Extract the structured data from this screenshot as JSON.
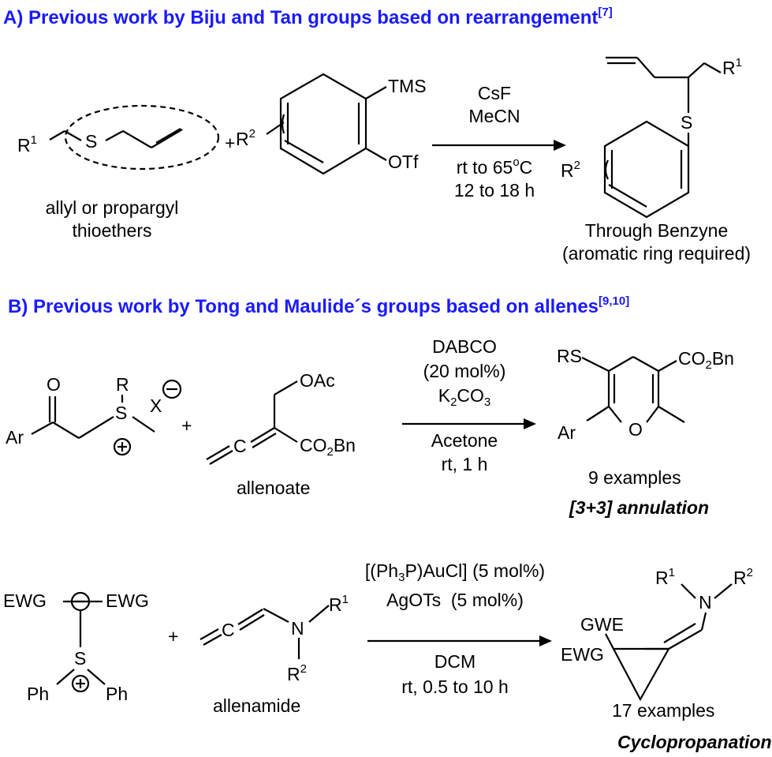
{
  "section_a": {
    "header": "A) Previous work by Biju and Tan groups based on rearrangement",
    "header_ref": "[7]",
    "reactant1": {
      "r": "R",
      "r_sup": "1",
      "s": "S",
      "caption_line1": "allyl or propargyl",
      "caption_line2": "thioethers"
    },
    "plus": "+",
    "reactant2": {
      "tms": "TMS",
      "otf": "OTf",
      "r": "R",
      "r_sup": "2"
    },
    "conditions": {
      "above_1": "CsF",
      "above_2": "MeCN",
      "below_1": "rt to 65",
      "below_1_sup": "o",
      "below_1_tail": "C",
      "below_2": "12 to 18 h"
    },
    "product": {
      "r1": "R",
      "r1_sup": "1",
      "s": "S",
      "r2": "R",
      "r2_sup": "2",
      "caption_line1": "Through Benzyne",
      "caption_line2": "(aromatic ring required)"
    }
  },
  "section_b": {
    "header": "B) Previous work by Tong and Maulide´s groups based on allenes",
    "header_ref": "[9,10]",
    "reaction1": {
      "reactant1": {
        "o": "O",
        "ar": "Ar",
        "r": "R",
        "s": "S",
        "x": "X"
      },
      "plus": "+",
      "reactant2": {
        "oac": "OAc",
        "c": "C",
        "co2bn_a": "CO",
        "co2bn_sub": "2",
        "co2bn_b": "Bn",
        "caption": "allenoate"
      },
      "conditions": {
        "above_1": "DABCO",
        "above_2": "(20 mol%)",
        "above_3_a": "K",
        "above_3_sub1": "2",
        "above_3_b": "CO",
        "above_3_sub2": "3",
        "below_1": "Acetone",
        "below_2": "rt, 1 h"
      },
      "product": {
        "rs": "RS",
        "co2bn_a": "CO",
        "co2bn_sub": "2",
        "co2bn_b": "Bn",
        "ar": "Ar",
        "o": "O",
        "examples": "9 examples",
        "type": "[3+3] annulation"
      }
    },
    "reaction2": {
      "reactant1": {
        "ewg_left": "EWG",
        "ewg_right": "EWG",
        "s": "S",
        "ph_left": "Ph",
        "ph_right": "Ph"
      },
      "plus": "+",
      "reactant2": {
        "c": "C",
        "n": "N",
        "r1": "R",
        "r1_sup": "1",
        "r2": "R",
        "r2_sup": "2",
        "caption": "allenamide"
      },
      "conditions": {
        "above_1_a": "[(Ph",
        "above_1_sub": "3",
        "above_1_b": "P)AuCl] (5 mol%)",
        "above_2": "AgOTs  (5 mol%)",
        "below_1": "DCM",
        "below_2": "rt, 0.5 to 10 h"
      },
      "product": {
        "r1": "R",
        "r1_sup": "1",
        "n": "N",
        "r2": "R",
        "r2_sup": "2",
        "gwe": "GWE",
        "ewg": "EWG",
        "examples": "17 examples",
        "type": "Cyclopropanation"
      }
    }
  }
}
